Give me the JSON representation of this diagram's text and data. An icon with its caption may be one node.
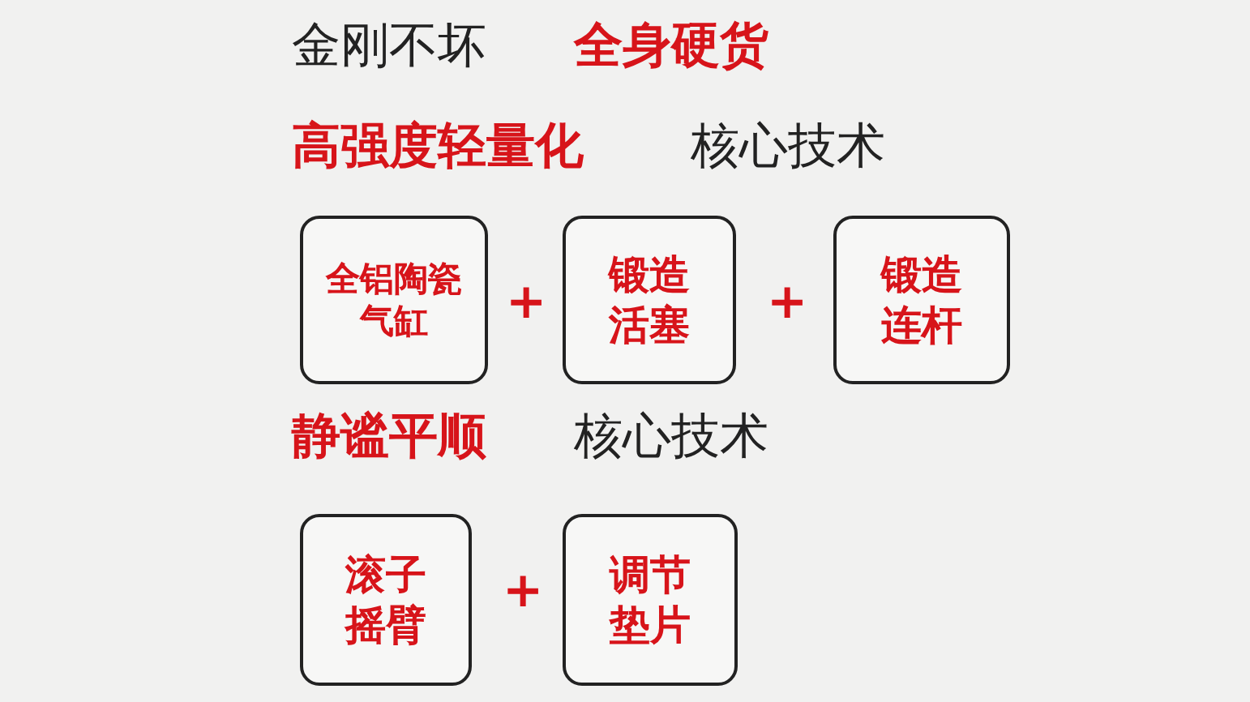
{
  "diagram": {
    "nodes": [
      {
        "text": [
          "全铝陶瓷气缸"
        ]
      },
      {
        "text": [
          "锻造活塞"
        ]
      },
      {
        "text": [
          "锻造连杆"
        ]
      },
      {
        "text": [
          "滚子摇臂"
        ]
      },
      {
        "text": [
          "调节垫片"
        ]
      }
    ],
    "labels": [
      "金刚不坏",
      "全身硬货",
      "高强度轻量化",
      "核心技术",
      "+",
      "+",
      "静谧平顺",
      "核心技术",
      "+"
    ]
  }
}
